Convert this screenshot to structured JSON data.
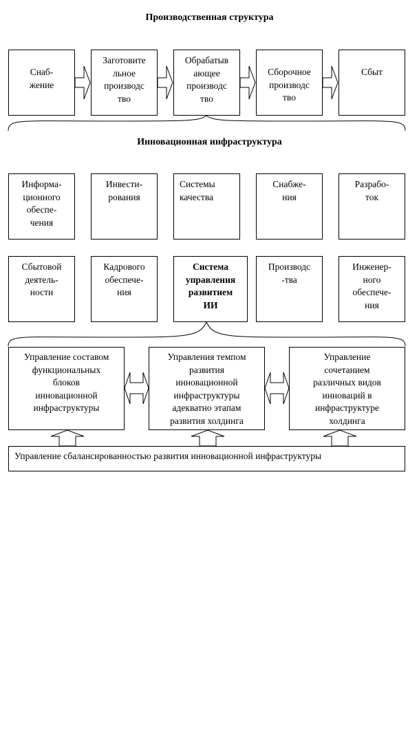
{
  "titles": {
    "production": "Производственная структура",
    "innovation": "Инновационная инфраструктура"
  },
  "production_row": [
    "Снаб-\nжение",
    "Заготовите\nльное\nпроизводс\nтво",
    "Обрабатыв\nающее\nпроизводс\nтво",
    "Сборочное\nпроизводс\nтво",
    "Сбыт"
  ],
  "innovation_row1": [
    "Информа-\nционного\nобеспе-\nчения",
    "Инвести-\nрования",
    "Системы\nкачества",
    "Снабже-\nния",
    "Разрабо-\nток"
  ],
  "innovation_row2": [
    "Сбытовой\nдеятель-\nности",
    "Кадрового\nобеспече-\nния",
    "Система\nуправления\nразвитием\nИИ",
    "Производс\n-тва",
    "Инженер-\nного\nобеспече-\nния"
  ],
  "management_row": [
    "Управление составом\nфункциональных\nблоков\nинновационной\nинфраструктуры",
    "Управления темпом\nразвития\nинновационной\nинфраструктуры\nадекватно этапам\nразвития холдинга",
    "Управление\nсочетанием\nразличных видов\nинноваций в\nинфраструктуре\nхолдинга"
  ],
  "balance_box": "Управление сбалансированностью развития инновационной инфраструктуры"
}
